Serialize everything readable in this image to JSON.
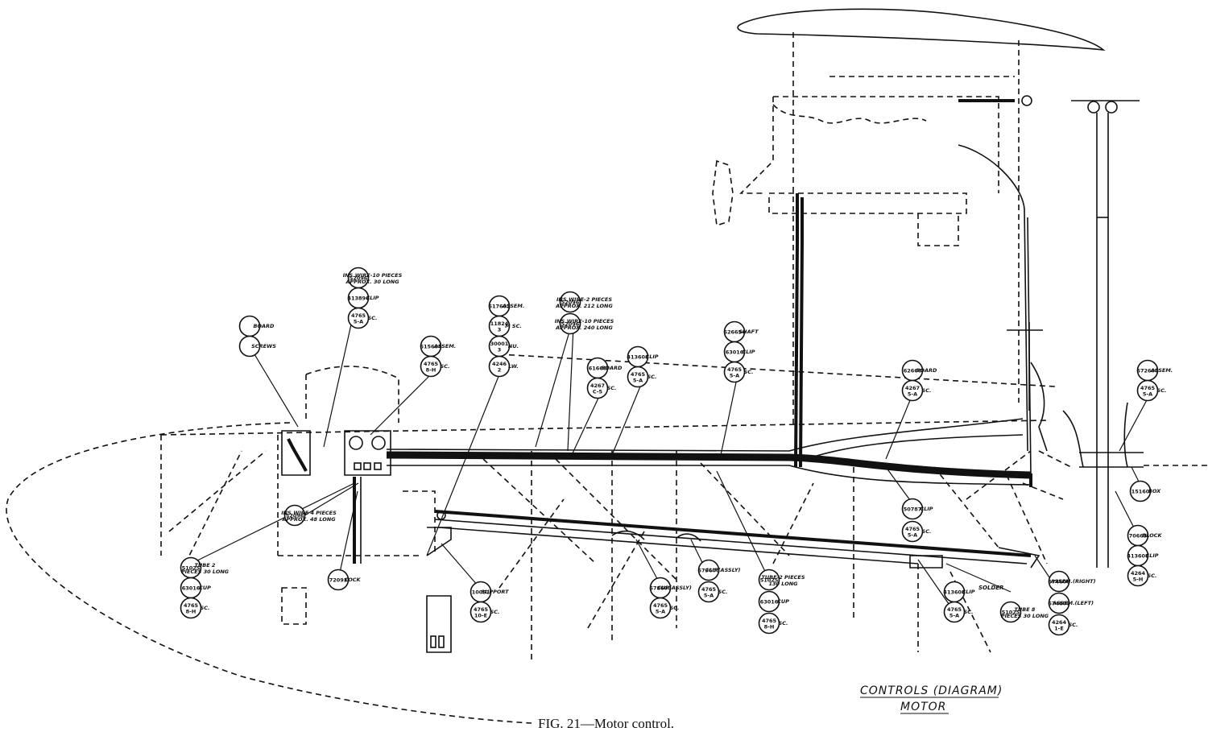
{
  "caption": "FIG. 21—Motor control.",
  "title": {
    "line1": "CONTROLS (DIAGRAM)",
    "line2": "MOTOR"
  },
  "bubbles": [
    {
      "id": "b-board-1",
      "code": "",
      "label": "BOARD"
    },
    {
      "id": "b-board-2",
      "code": "",
      "label": "SCREWS"
    },
    {
      "id": "b-a1",
      "code": "52096",
      "label": "INS.WIRE-10 PIECES APPROX. 30 LONG"
    },
    {
      "id": "b-a2",
      "code": "413896",
      "label": "CLIP"
    },
    {
      "id": "b-a3",
      "code": "4765 5-A",
      "label": "SC."
    },
    {
      "id": "b-b1",
      "code": "615604",
      "label": "ASSEM."
    },
    {
      "id": "b-b2",
      "code": "4765 8-H",
      "label": "SC."
    },
    {
      "id": "b-c1",
      "code": "617603",
      "label": "ASSEM."
    },
    {
      "id": "b-c2",
      "code": "11824 3",
      "label": "M SC."
    },
    {
      "id": "b-c3",
      "code": "30001 3",
      "label": "NU."
    },
    {
      "id": "b-c4",
      "code": "4246 2",
      "label": "LW."
    },
    {
      "id": "b-d1",
      "code": "52096",
      "label": "INS.WIRE-2 PIECES APPROX. 212 LONG"
    },
    {
      "id": "b-d2",
      "code": "52096",
      "label": "INS.WIRE-10 PIECES APPROX. 240 LONG"
    },
    {
      "id": "b-e1",
      "code": "61666",
      "label": "BOARD"
    },
    {
      "id": "b-e2",
      "code": "4267 C-5",
      "label": "SC."
    },
    {
      "id": "b-f1",
      "code": "413608",
      "label": "CLIP"
    },
    {
      "id": "b-f2",
      "code": "4765 5-A",
      "label": "SC."
    },
    {
      "id": "b-g1",
      "code": "626654",
      "label": "SHAFT"
    },
    {
      "id": "b-g2",
      "code": "63016",
      "label": "CLIP"
    },
    {
      "id": "b-g3",
      "code": "4765 5-A",
      "label": "SC."
    },
    {
      "id": "b-h1",
      "code": "62666",
      "label": "BOARD"
    },
    {
      "id": "b-h2",
      "code": "4267 5-A",
      "label": "SC."
    },
    {
      "id": "b-i1",
      "code": "672600",
      "label": "ASSEM."
    },
    {
      "id": "b-i2",
      "code": "4765 5-A",
      "label": "SC."
    },
    {
      "id": "b-j1",
      "code": "15160",
      "label": "BOX"
    },
    {
      "id": "b-k1",
      "code": "70663",
      "label": "BLOCK"
    },
    {
      "id": "b-k2",
      "code": "413608",
      "label": "CLIP"
    },
    {
      "id": "b-k3",
      "code": "4264 5-H",
      "label": "SC."
    },
    {
      "id": "b-l1",
      "code": "50787",
      "label": "CLIP"
    },
    {
      "id": "b-l2",
      "code": "4765 5-A",
      "label": "SC."
    },
    {
      "id": "b-m1",
      "code": "52096",
      "label": "INS.WIRE 4 PIECES APPROX. 48 LONG"
    },
    {
      "id": "b-n1",
      "code": "51025",
      "label": "TUBE 2 PIECES 30 LONG"
    },
    {
      "id": "b-n2",
      "code": "63016",
      "label": "CUP"
    },
    {
      "id": "b-n3",
      "code": "4765 8-H",
      "label": "SC."
    },
    {
      "id": "b-o1",
      "code": "72093",
      "label": "COCK"
    },
    {
      "id": "b-p1",
      "code": "10051",
      "label": "SUPPORT"
    },
    {
      "id": "b-p2",
      "code": "4765 10-E",
      "label": "SC."
    },
    {
      "id": "b-q1",
      "code": "678600",
      "label": "CUP(ASSLY)"
    },
    {
      "id": "b-q2",
      "code": "4765 5-A",
      "label": "SC."
    },
    {
      "id": "b-r1",
      "code": "679600",
      "label": "CLIP(ASSLY)"
    },
    {
      "id": "b-r2",
      "code": "4765 5-A",
      "label": "SC."
    },
    {
      "id": "b-s1",
      "code": "51025",
      "label": "TUBE-2 PIECES 130 LONG"
    },
    {
      "id": "b-s2",
      "code": "63016",
      "label": "CUP"
    },
    {
      "id": "b-s3",
      "code": "4765 8-H",
      "label": "SC."
    },
    {
      "id": "b-t1",
      "code": "413608",
      "label": "CLIP"
    },
    {
      "id": "b-t2",
      "code": "4765 5-A",
      "label": "SC."
    },
    {
      "id": "b-u1",
      "code": "51025",
      "label": "TUBE 8 PIECES 30 LONG"
    },
    {
      "id": "b-v1",
      "code": "674600",
      "label": "ASSEM.(RIGHT)"
    },
    {
      "id": "b-v2",
      "code": "674600",
      "label": "ASSEM.(LEFT)"
    },
    {
      "id": "b-v3",
      "code": "4264 1-E",
      "label": "SC."
    }
  ],
  "extra_labels": {
    "solder": "SOLDER"
  }
}
